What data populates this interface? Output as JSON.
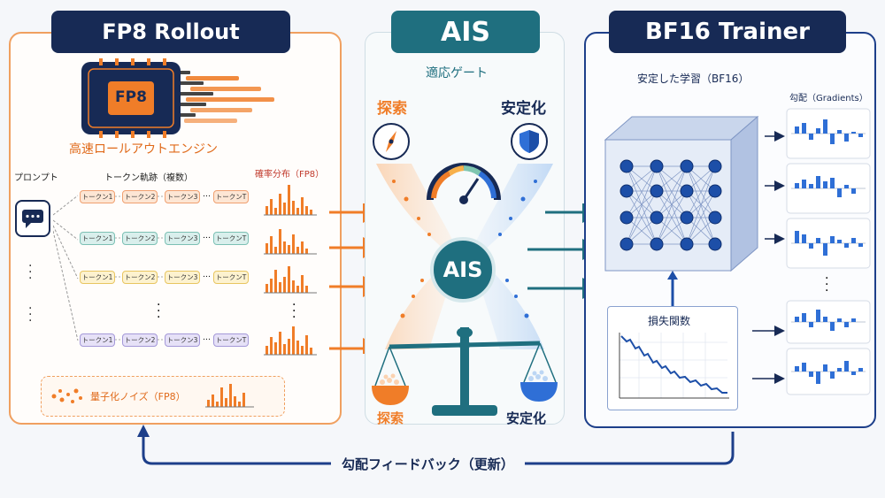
{
  "rollout": {
    "title": "FP8 Rollout",
    "chip_label": "FP8",
    "engine_label": "高速ロールアウトエンジン",
    "prompt_label": "プロンプト",
    "trajectory_label": "トークン軌跡（複数）",
    "prob_label": "確率分布（FP8）",
    "tokens": [
      "トークン1",
      "トークン2",
      "トークン3",
      "…",
      "トークンT"
    ],
    "noise_label": "量子化ノイズ（FP8）"
  },
  "ais": {
    "title": "AIS",
    "subtitle": "適応ゲート",
    "explore_label": "探索",
    "stable_label": "安定化",
    "center_label": "AIS",
    "bottom_explore": "探索",
    "bottom_stable": "安定化"
  },
  "trainer": {
    "title": "BF16 Trainer",
    "stable_learning": "安定した学習（BF16）",
    "gradients_label": "勾配（Gradients）",
    "loss_label": "損失関数"
  },
  "feedback_label": "勾配フィードバック（更新）",
  "colors": {
    "orange": "#f07d28",
    "navy": "#172a55",
    "teal": "#1f6f7f",
    "blue": "#2f6fd6"
  }
}
